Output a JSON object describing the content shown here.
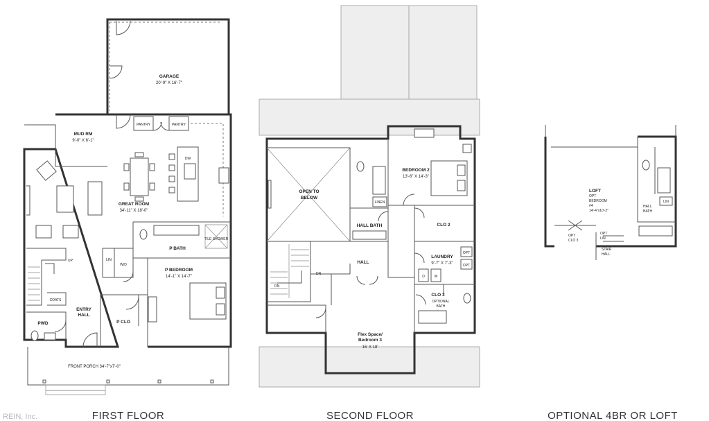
{
  "watermark": "REIN, Inc.",
  "first_floor": {
    "caption": "FIRST FLOOR",
    "garage": {
      "name": "GARAGE",
      "dims": "20'-9\" X 16'-7\""
    },
    "pantry_1": "PANTRY",
    "pantry_2": "PANTRY",
    "mud_room": {
      "name": "MUD RM",
      "dims": "9'-0\" X 6'-1\""
    },
    "dw": "DW",
    "great_room": {
      "name": "GREAT ROOM",
      "dims": "34'-11\" X 18'-0\""
    },
    "p_bath": "P BATH",
    "tile_shower": "TILE SHOWER",
    "up": "UP",
    "lin": "LIN",
    "wd": "W/D",
    "p_bedroom": {
      "name": "P BEDROOM",
      "dims": "14'-1\" X 14'-7\""
    },
    "coats": "COATS",
    "entry_hall": {
      "line1": "ENTRY",
      "line2": "HALL"
    },
    "p_clo": "P CLO",
    "pwd": "PWD",
    "front_porch": "FRONT PORCH 34'-7\"x7'-0\""
  },
  "second_floor": {
    "caption": "SECOND FLOOR",
    "open_to_below": {
      "line1": "OPEN TO",
      "line2": "BELOW"
    },
    "bedroom_2": {
      "name": "BEDROOM 2",
      "dims": "13'-6\" X 14'-3\""
    },
    "linen": "LINEN",
    "clo_2": "CLO 2",
    "hall_bath": "HALL BATH",
    "laundry": {
      "name": "LAUNDRY",
      "dims": "9'-7\" X 7'-3\""
    },
    "opt_1": "OPT",
    "opt_2": "OPT",
    "dryer": "D",
    "washer": "W",
    "hall": "HALL",
    "dn_1": "DN",
    "dn_2": "DN",
    "clo_3": "CLO 3",
    "optional_bath": {
      "line1": "OPTIONAL",
      "line2": "BATH"
    },
    "flex_space": {
      "line1": "Flex Space/",
      "line2": "Bedroom 3",
      "dims": "15' X 18'"
    }
  },
  "optional_4br": {
    "caption": "OPTIONAL 4BR OR LOFT",
    "loft": {
      "line1": "LOFT",
      "line2": "OPT",
      "line3": "BEDROOM",
      "line4": "#4",
      "dims": "14'-4\"x10'-2\""
    },
    "lin": "LIN",
    "hall_bath": {
      "line1": "HALL",
      "line2": "BATH"
    },
    "opt_clo": {
      "line1": "OPT",
      "line2": "CLO 3"
    },
    "opt_lin": {
      "line1": "OPT",
      "line2": "LIN"
    },
    "stair_hall": {
      "line1": "STAIR",
      "line2": "HALL"
    }
  }
}
